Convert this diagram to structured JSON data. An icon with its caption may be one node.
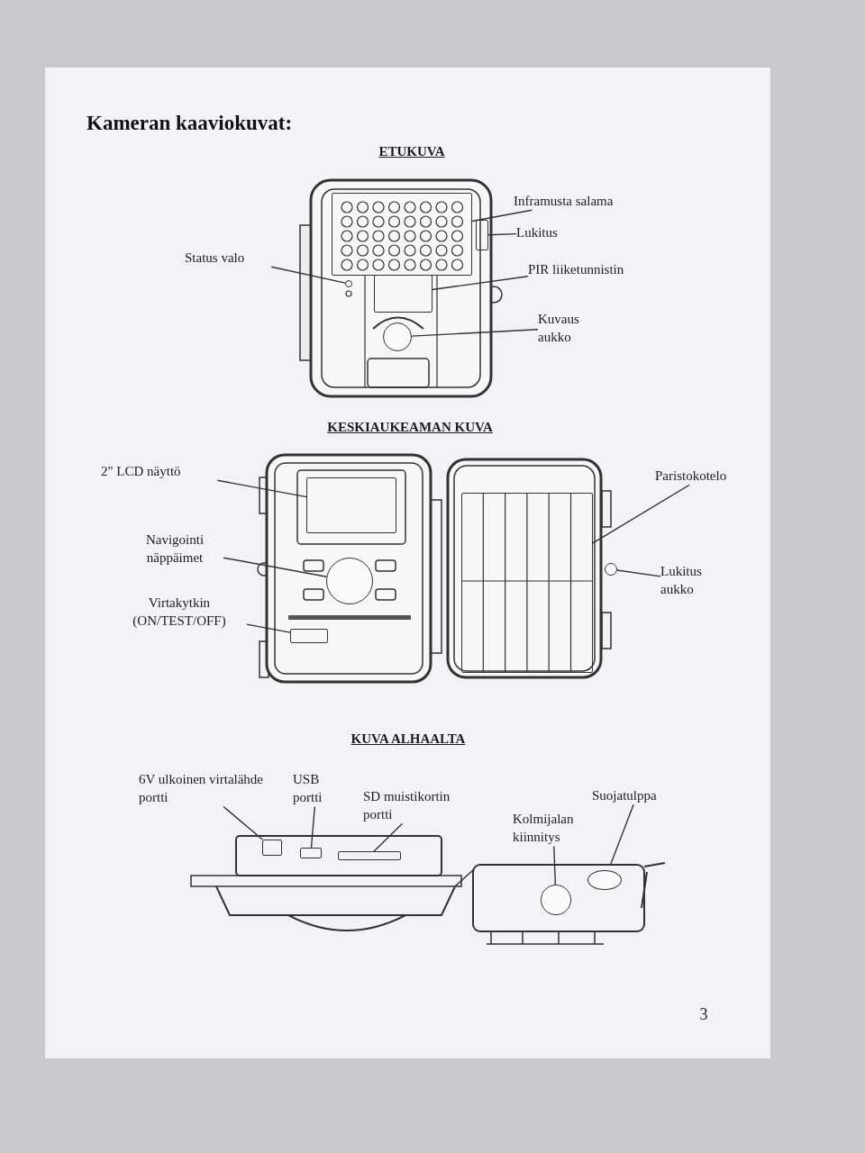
{
  "diagram": {
    "title": "Kameran kaaviokuvat:",
    "nodes": [
      {
        "text": [
          "Inframusta salama"
        ]
      },
      {
        "text": [
          "Lukitus"
        ]
      },
      {
        "text": [
          "Status valo"
        ]
      },
      {
        "text": [
          "PIR liiketunnistin"
        ]
      },
      {
        "text": [
          "Kuvaus aukko"
        ]
      },
      {
        "text": [
          "2\" LCD näyttö"
        ]
      },
      {
        "text": [
          "Paristokotelo"
        ]
      },
      {
        "text": [
          "Navigointi näppäimet"
        ]
      },
      {
        "text": [
          "Lukitus aukko"
        ]
      },
      {
        "text": [
          "Virtakytkin (ON/TEST/OFF)"
        ]
      },
      {
        "text": [
          "6V ulkoinen virtalähde portti"
        ]
      },
      {
        "text": [
          "USB portti"
        ]
      },
      {
        "text": [
          "SD muistikortin portti"
        ]
      },
      {
        "text": [
          "Suojatulppa"
        ]
      },
      {
        "text": [
          "Kolmijalan kiinnitys"
        ]
      },
      {
        "text": [],
        "shape": "box"
      },
      {
        "text": [],
        "shape": "box"
      },
      {
        "text": [],
        "shape": "circle"
      },
      {
        "text": [],
        "shape": "box"
      },
      {
        "text": [],
        "shape": "circle"
      },
      {
        "text": [],
        "shape": "box"
      },
      {
        "text": [],
        "shape": "box"
      },
      {
        "text": [],
        "shape": "circle"
      },
      {
        "text": [],
        "shape": "circle"
      },
      {
        "text": [],
        "shape": "box"
      },
      {
        "text": [],
        "shape": "box"
      },
      {
        "text": [],
        "shape": "box"
      },
      {
        "text": [],
        "shape": "box"
      },
      {
        "text": [],
        "shape": "circle"
      },
      {
        "text": [],
        "shape": "circle"
      }
    ],
    "edges": [
      {
        "from": 0,
        "to": 15,
        "arrow": "none"
      },
      {
        "from": 1,
        "to": 16,
        "arrow": "none"
      },
      {
        "from": 2,
        "to": 17,
        "arrow": "none"
      },
      {
        "from": 3,
        "to": 18,
        "arrow": "none"
      },
      {
        "from": 4,
        "to": 19,
        "arrow": "none"
      },
      {
        "from": 5,
        "to": 20,
        "arrow": "none"
      },
      {
        "from": 6,
        "to": 21,
        "arrow": "none"
      },
      {
        "from": 7,
        "to": 22,
        "arrow": "none"
      },
      {
        "from": 8,
        "to": 23,
        "arrow": "none"
      },
      {
        "from": 9,
        "to": 24,
        "arrow": "none"
      },
      {
        "from": 10,
        "to": 25,
        "arrow": "none"
      },
      {
        "from": 11,
        "to": 26,
        "arrow": "none"
      },
      {
        "from": 12,
        "to": 27,
        "arrow": "none"
      },
      {
        "from": 13,
        "to": 28,
        "arrow": "none"
      },
      {
        "from": 14,
        "to": 29,
        "arrow": "none"
      }
    ],
    "labels": [
      "ETUKUVA",
      "KESKIAUKEAMAN KUVA",
      "KUVA ALHAALTA",
      "3"
    ]
  }
}
